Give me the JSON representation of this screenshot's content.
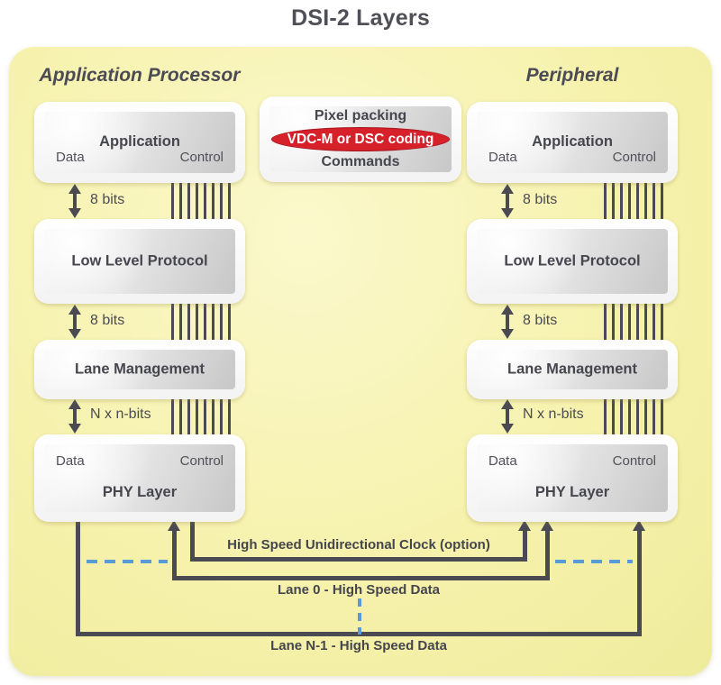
{
  "title": "DSI-2 Layers",
  "columns": [
    {
      "header": "Application Processor",
      "boxes": {
        "application": {
          "label": "Application",
          "data": "Data",
          "control": "Control"
        },
        "low_level_protocol": {
          "label": "Low Level Protocol"
        },
        "lane_management": {
          "label": "Lane Management"
        },
        "phy": {
          "label": "PHY Layer",
          "data": "Data",
          "control": "Control"
        }
      },
      "link_labels": {
        "app_to_llp": "8 bits",
        "llp_to_lane": "8 bits",
        "lane_to_phy": "N x n-bits"
      }
    },
    {
      "header": "Peripheral",
      "boxes": {
        "application": {
          "label": "Application",
          "data": "Data",
          "control": "Control"
        },
        "low_level_protocol": {
          "label": "Low Level Protocol"
        },
        "lane_management": {
          "label": "Lane Management"
        },
        "phy": {
          "label": "PHY Layer",
          "data": "Data",
          "control": "Control"
        }
      },
      "link_labels": {
        "app_to_llp": "8 bits",
        "llp_to_lane": "8 bits",
        "lane_to_phy": "N x n-bits"
      }
    }
  ],
  "center_box": {
    "top": "Pixel packing",
    "ellipse": "VDC-M or DSC coding",
    "bottom": "Commands"
  },
  "bottom_links": {
    "clock": "High Speed Unidirectional Clock (option)",
    "lane0": "Lane 0 - High Speed Data",
    "laneN": "Lane N-1 - High Speed Data"
  },
  "colors": {
    "ink": "#4a4a52",
    "accent_red": "#d6202a",
    "dashed_blue": "#5b9bd5",
    "panel_yellow": "#f6f2ad"
  },
  "icons": {
    "bidirectional_arrow_icon": "↕",
    "up_arrow_icon": "↑",
    "control_bus_icon": "||||||||"
  }
}
